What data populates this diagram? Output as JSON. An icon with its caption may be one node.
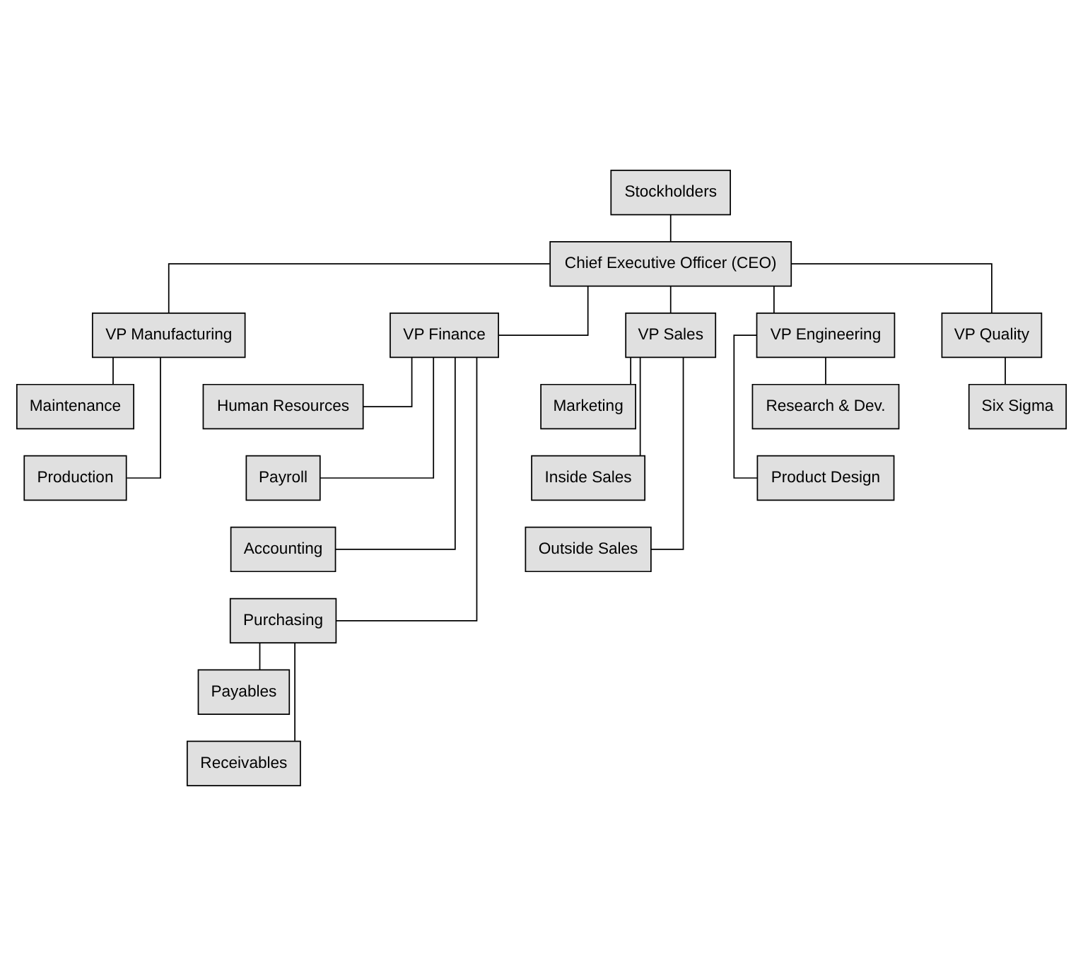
{
  "diagram": {
    "nodes": [
      {
        "text": [
          "Stockholders"
        ]
      },
      {
        "text": [
          "Chief Executive Officer (CEO)"
        ]
      },
      {
        "text": [
          "VP Manufacturing"
        ]
      },
      {
        "text": [
          "VP Finance"
        ]
      },
      {
        "text": [
          "VP Sales"
        ]
      },
      {
        "text": [
          "VP Engineering"
        ]
      },
      {
        "text": [
          "VP Quality"
        ]
      },
      {
        "text": [
          "Maintenance"
        ]
      },
      {
        "text": [
          "Production"
        ]
      },
      {
        "text": [
          "Human Resources"
        ]
      },
      {
        "text": [
          "Payroll"
        ]
      },
      {
        "text": [
          "Accounting"
        ]
      },
      {
        "text": [
          "Purchasing"
        ]
      },
      {
        "text": [
          "Payables"
        ]
      },
      {
        "text": [
          "Receivables"
        ]
      },
      {
        "text": [
          "Marketing"
        ]
      },
      {
        "text": [
          "Inside Sales"
        ]
      },
      {
        "text": [
          "Outside Sales"
        ]
      },
      {
        "text": [
          "Research & Dev."
        ]
      },
      {
        "text": [
          "Product Design"
        ]
      },
      {
        "text": [
          "Six Sigma"
        ]
      }
    ],
    "edges": [
      {
        "from": 0,
        "to": 1,
        "arrow": "none"
      },
      {
        "from": 1,
        "to": 2,
        "arrow": "none"
      },
      {
        "from": 1,
        "to": 3,
        "arrow": "none"
      },
      {
        "from": 1,
        "to": 4,
        "arrow": "none"
      },
      {
        "from": 1,
        "to": 5,
        "arrow": "none"
      },
      {
        "from": 1,
        "to": 6,
        "arrow": "none"
      },
      {
        "from": 2,
        "to": 7,
        "arrow": "none"
      },
      {
        "from": 2,
        "to": 8,
        "arrow": "none"
      },
      {
        "from": 3,
        "to": 9,
        "arrow": "none"
      },
      {
        "from": 3,
        "to": 10,
        "arrow": "none"
      },
      {
        "from": 3,
        "to": 11,
        "arrow": "none"
      },
      {
        "from": 3,
        "to": 12,
        "arrow": "none"
      },
      {
        "from": 12,
        "to": 13,
        "arrow": "none"
      },
      {
        "from": 12,
        "to": 14,
        "arrow": "none"
      },
      {
        "from": 4,
        "to": 15,
        "arrow": "none"
      },
      {
        "from": 4,
        "to": 16,
        "arrow": "none"
      },
      {
        "from": 4,
        "to": 17,
        "arrow": "none"
      },
      {
        "from": 5,
        "to": 18,
        "arrow": "none"
      },
      {
        "from": 5,
        "to": 19,
        "arrow": "none"
      },
      {
        "from": 6,
        "to": 20,
        "arrow": "none"
      }
    ]
  }
}
